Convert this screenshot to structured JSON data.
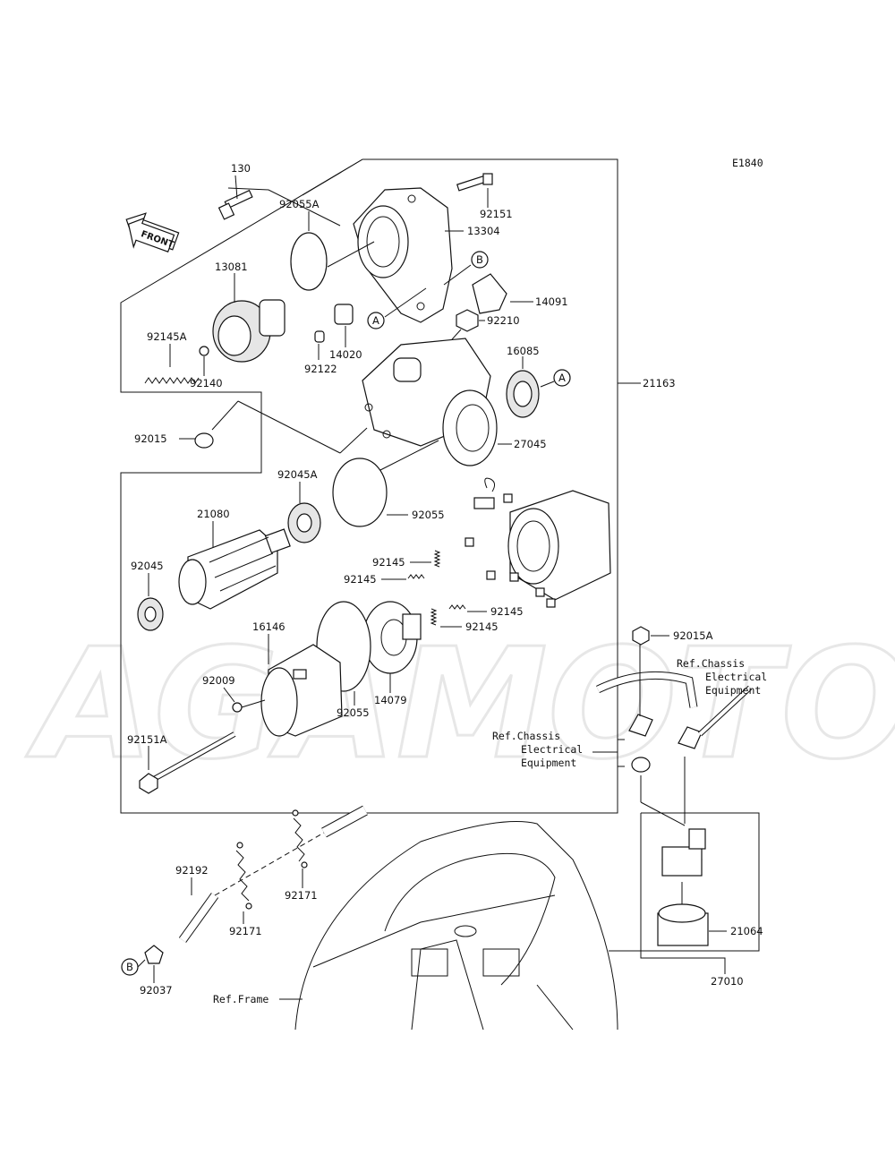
{
  "diagram_code": "E1840",
  "front_label": "FRONT",
  "markers": {
    "a": "A",
    "b": "B"
  },
  "parts": {
    "p130": "130",
    "p92151": "92151",
    "p13304": "13304",
    "p92055A": "92055A",
    "p13081": "13081",
    "p14091": "14091",
    "p92145A": "92145A",
    "p14020": "14020",
    "p92210": "92210",
    "p92122": "92122",
    "p92140": "92140",
    "p16085": "16085",
    "p21163": "21163",
    "p92015": "92015",
    "p27045": "27045",
    "p92045A": "92045A",
    "p21080": "21080",
    "p92055_top": "92055",
    "p92045": "92045",
    "p92145_1": "92145",
    "p92145_2": "92145",
    "p92145_3": "92145",
    "p92145_4": "92145",
    "p16146": "16146",
    "p92015A": "92015A",
    "p92009": "92009",
    "p92055_bot": "92055",
    "p14079": "14079",
    "p92151A": "92151A",
    "p92192": "92192",
    "p92171_1": "92171",
    "p92171_2": "92171",
    "p92037": "92037",
    "p21064": "21064",
    "p27010": "27010"
  },
  "references": {
    "chassis_top": [
      "Ref.Chassis",
      "Electrical",
      "Equipment"
    ],
    "chassis_left": [
      "Ref.Chassis",
      "Electrical",
      "Equipment"
    ],
    "frame": "Ref.Frame"
  }
}
